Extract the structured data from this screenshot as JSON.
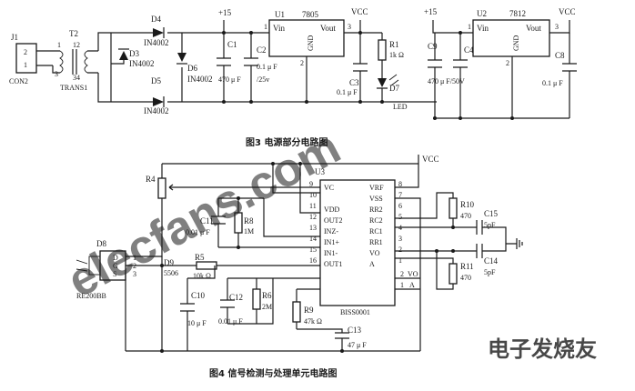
{
  "top_diagram": {
    "caption": "图3   电源部分电路图",
    "J1": "J1",
    "J1_pins": [
      "2",
      "1"
    ],
    "J1_name": "CON2",
    "T2": "T2",
    "T2_pins": [
      "1",
      "12",
      "3",
      "34"
    ],
    "T2_name": "TRANS1",
    "D4": "D4",
    "D4_part": "IN4002",
    "D3": "D3",
    "D3_part": "IN4002",
    "D5": "D5",
    "D5_part": "IN4002",
    "D6": "D6",
    "D6_part": "IN4002",
    "plus15": "+15",
    "C1": "C1",
    "C1_val": "470 μ F",
    "C2": "C2",
    "C2_val": "0.1 μ F",
    "C1_C2_rating": "/25v",
    "U1": "U1",
    "U1_part": "7805",
    "U1_vin": "Vin",
    "U1_vout": "Vout",
    "U1_gnd": "GND",
    "U1_pins": [
      "1",
      "2",
      "3"
    ],
    "vcc": "VCC",
    "C3": "C3",
    "C3_val": "0.1 μ F",
    "R1": "R1",
    "R1_val": "1k Ω",
    "D7": "D7",
    "D7_part": "LED",
    "plus15_b": "+15",
    "C9": "C9",
    "C4": "C4",
    "C9_C4_val": "470 μ F/50V",
    "U2": "U2",
    "U2_part": "7812",
    "U2_vin": "Vin",
    "U2_vout": "Vout",
    "U2_gnd": "GND",
    "U2_pins": [
      "1",
      "2",
      "3"
    ],
    "vcc_b": "VCC",
    "C8": "C8",
    "C8_val": "0.1 μ F"
  },
  "bottom_diagram": {
    "caption": "图4   信号检测与处理单元电路图",
    "vcc": "VCC",
    "U3": "U3",
    "U3_part": "BISS0001",
    "U3_left_pins": [
      {
        "num": "9",
        "name": "VC"
      },
      {
        "num": "10",
        "name": ""
      },
      {
        "num": "11",
        "name": "VDD"
      },
      {
        "num": "12",
        "name": "OUT2"
      },
      {
        "num": "13",
        "name": "INZ-"
      },
      {
        "num": "14",
        "name": "IN1+"
      },
      {
        "num": "15",
        "name": "IN1-"
      },
      {
        "num": "16",
        "name": "OUT1"
      }
    ],
    "U3_right_pins": [
      {
        "num": "8",
        "name": "VRF"
      },
      {
        "num": "7",
        "name": "VSS"
      },
      {
        "num": "6",
        "name": "RR2"
      },
      {
        "num": "5",
        "name": "RC2"
      },
      {
        "num": "4",
        "name": "RC1"
      },
      {
        "num": "3",
        "name": "RR1"
      },
      {
        "num": "2",
        "name": "VO"
      },
      {
        "num": "1",
        "name": "A"
      }
    ],
    "R4": "R4",
    "C11": "C11",
    "C11_val": "0.01 μ F",
    "R8": "R8",
    "R8_val": "1M",
    "D8": "D8",
    "D8_pins": [
      "D",
      "G",
      "S"
    ],
    "D8_nums": [
      "1",
      "2",
      "3"
    ],
    "D8_part": "RE200BB",
    "D9": "D9",
    "D9_part": "5506",
    "R5": "R5",
    "R5_val": "10k Ω",
    "C10": "C10",
    "C10_val": "10 μ F",
    "C12": "C12",
    "C12_val": "0.01 μ F",
    "R6": "R6",
    "R6_val": "2M",
    "R9": "R9",
    "R9_val": "47k Ω",
    "C13": "C13",
    "C13_val": "47 μ F",
    "R10": "R10",
    "R10_val": "470",
    "C15": "C15",
    "C15_val": "5pF",
    "C14": "C14",
    "C14_val": "5pF",
    "R11": "R11",
    "R11_val": "470",
    "pin_labels_right": [
      "2",
      "VO",
      "1",
      "A"
    ]
  },
  "watermark": {
    "main": "elecfans.com",
    "cn": "电子发烧友",
    "color": "#e8352e"
  }
}
